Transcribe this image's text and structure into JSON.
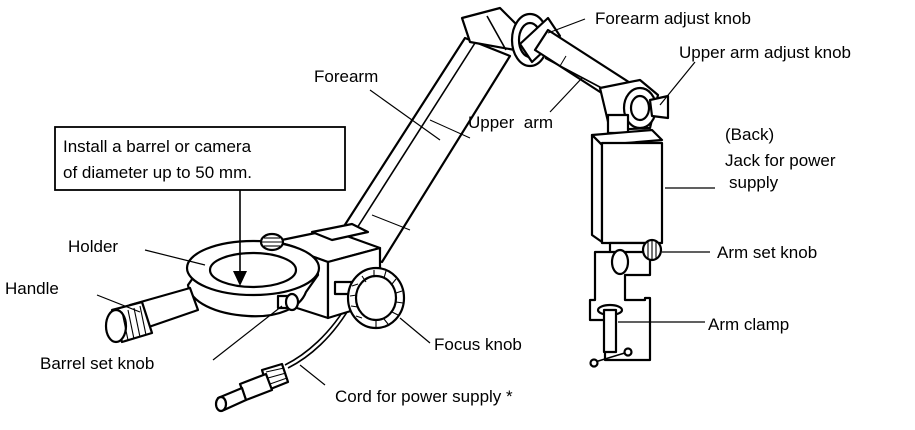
{
  "labels": {
    "forearm_adjust_knob": "Forearm adjust knob",
    "upper_arm_adjust_knob": "Upper arm adjust knob",
    "forearm": "Forearm",
    "upper_arm": "Upper  arm",
    "back": "(Back)",
    "jack_line1": "Jack for power",
    "jack_line2": "supply",
    "install_line1": "Install a barrel or camera",
    "install_line2": "of diameter up to 50 mm.",
    "holder": "Holder",
    "handle": "Handle",
    "arm_set_knob": "Arm set knob",
    "arm_clamp": "Arm clamp",
    "focus_knob": "Focus knob",
    "barrel_set_knob": "Barrel set knob",
    "cord": "Cord for power supply *"
  }
}
